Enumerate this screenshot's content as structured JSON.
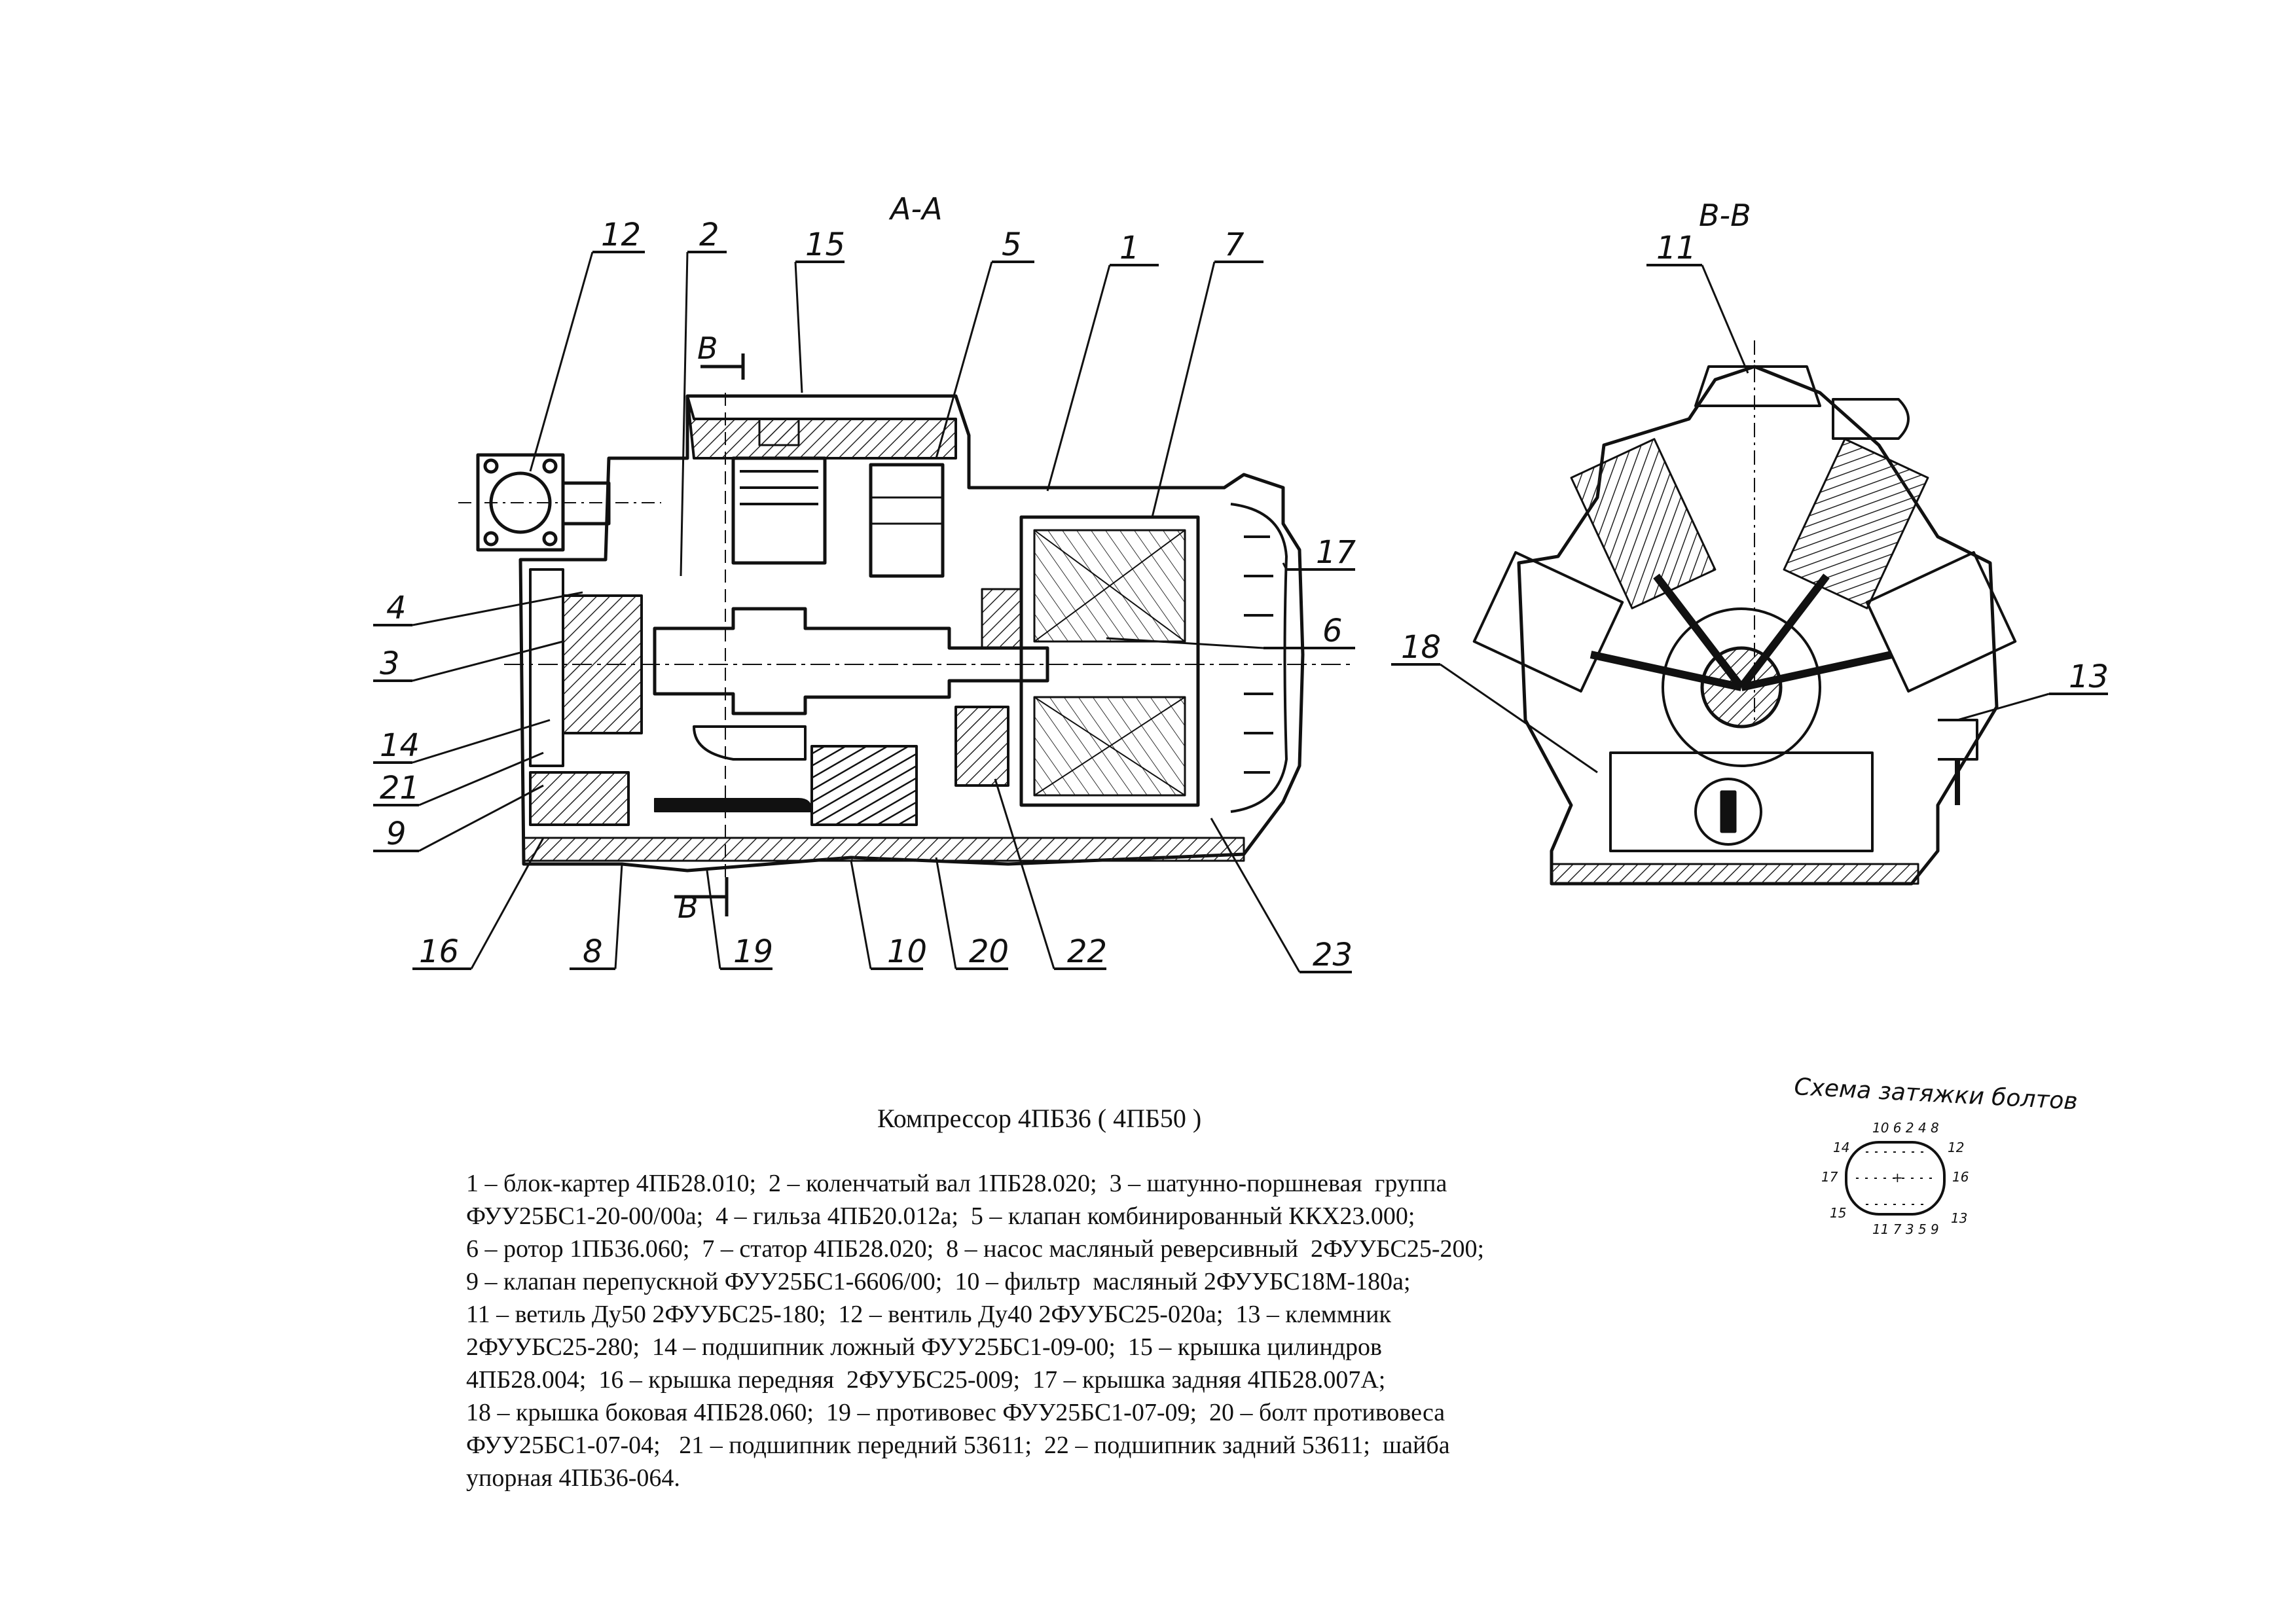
{
  "sections": {
    "a_a": "А-А",
    "b_b": "В-В",
    "cut_mark_top": "В",
    "cut_mark_bottom": "В"
  },
  "callouts_aa": [
    {
      "n": "12"
    },
    {
      "n": "2"
    },
    {
      "n": "15"
    },
    {
      "n": "5"
    },
    {
      "n": "1"
    },
    {
      "n": "7"
    },
    {
      "n": "17"
    },
    {
      "n": "6"
    },
    {
      "n": "4"
    },
    {
      "n": "3"
    },
    {
      "n": "14"
    },
    {
      "n": "21"
    },
    {
      "n": "9"
    },
    {
      "n": "16"
    },
    {
      "n": "8"
    },
    {
      "n": "19"
    },
    {
      "n": "10"
    },
    {
      "n": "20"
    },
    {
      "n": "22"
    },
    {
      "n": "23"
    }
  ],
  "callouts_bb": [
    {
      "n": "11"
    },
    {
      "n": "18"
    },
    {
      "n": "13"
    }
  ],
  "bolt_scheme": {
    "title": "Схема затяжки болтов",
    "top_numbers": "10 6 2 4 8",
    "bottom_numbers": "11 7 3 5 9",
    "left_upper": "14",
    "left_mid": "17",
    "left_lower": "15",
    "right_upper": "12",
    "right_mid": "16",
    "right_lower": "13"
  },
  "caption": {
    "title": "Компрессор   4ПБ36 ( 4ПБ50 )",
    "legend_lines": [
      "1 – блок-картер 4ПБ28.010;  2 – коленчатый вал 1ПБ28.020;  3 – шатунно-поршневая  группа",
      "ФУУ25БС1-20-00/00а;  4 – гильза 4ПБ20.012а;  5 – клапан комбинированный ККХ23.000;",
      "6 – ротор 1ПБ36.060;  7 – статор 4ПБ28.020;  8 – насос масляный реверсивный  2ФУУБС25-200;",
      "9 – клапан перепускной ФУУ25БС1-6606/00;  10 – фильтр  масляный 2ФУУБС18М-180а;",
      "11 – ветиль Ду50 2ФУУБС25-180;  12 – вентиль Ду40 2ФУУБС25-020а;  13 – клеммник",
      "2ФУУБС25-280;  14 – подшипник ложный ФУУ25БС1-09-00;  15 – крышка цилиндров",
      "4ПБ28.004;  16 – крышка передняя  2ФУУБС25-009;  17 – крышка задняя 4ПБ28.007А;",
      "18 – крышка боковая 4ПБ28.060;  19 – противовес ФУУ25БС1-07-09;  20 – болт противовеса",
      "ФУУ25БС1-07-04;   21 – подшипник передний 53611;  22 – подшипник задний 53611;  шайба",
      "упорная 4ПБ36-064."
    ]
  }
}
